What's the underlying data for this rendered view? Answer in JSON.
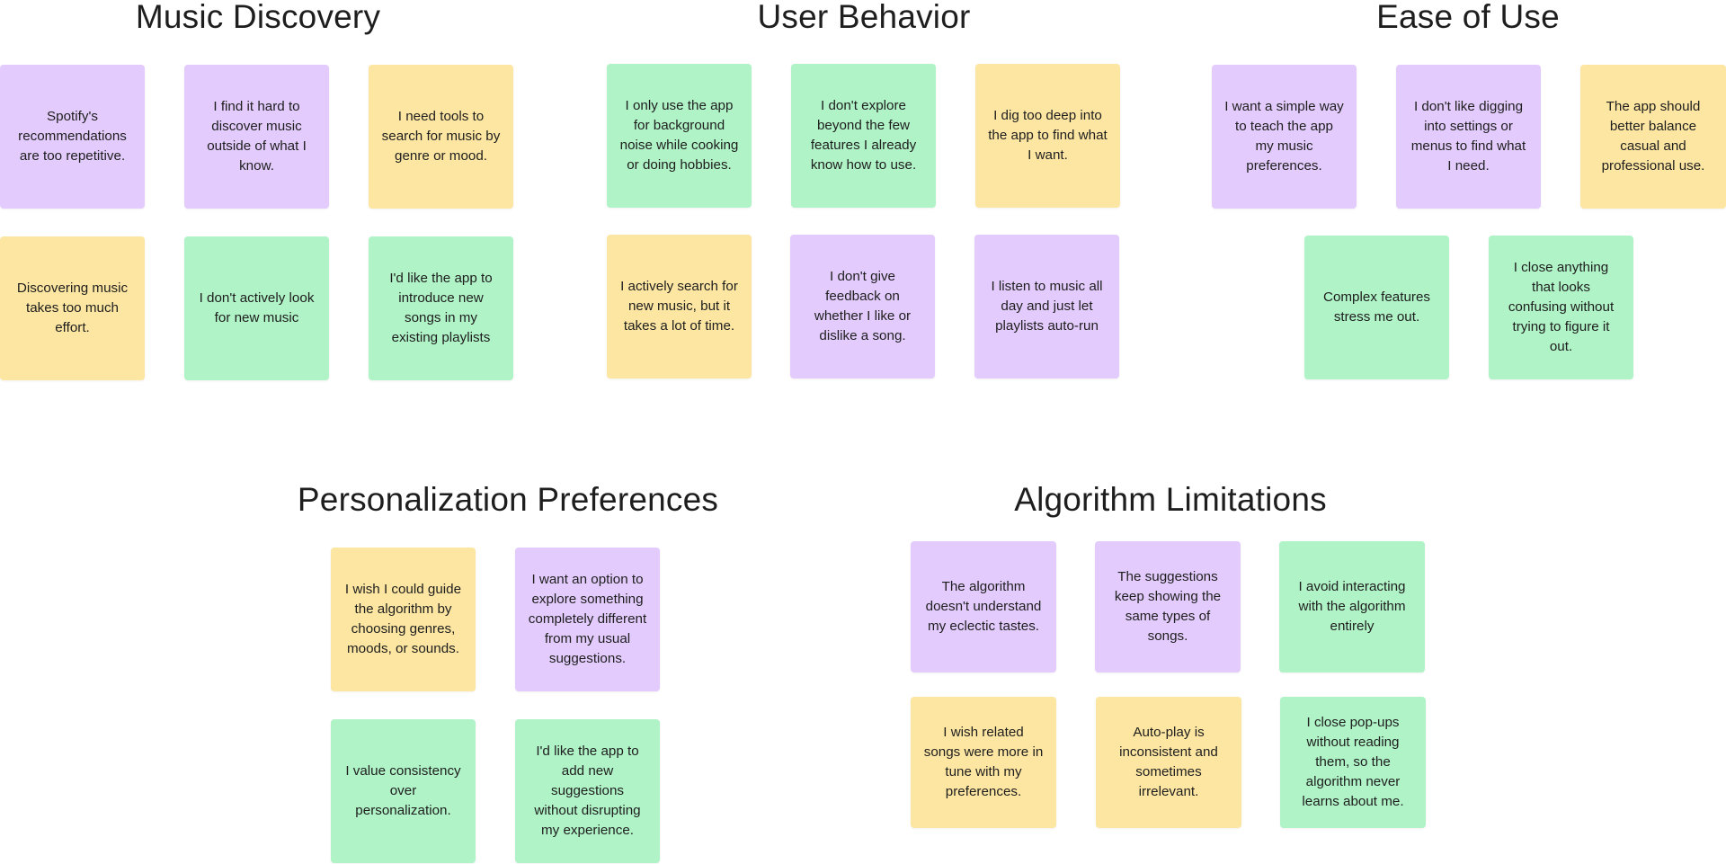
{
  "colors": {
    "purple": "#e3ccfd",
    "green": "#b0f3c7",
    "yellow": "#fde6a2",
    "text": "#1e1e1e"
  },
  "clusters": [
    {
      "title": "Music Discovery",
      "notes": [
        {
          "text": "Spotify's recommendations are too repetitive.",
          "color": "purple"
        },
        {
          "text": "I find it hard to discover music outside of what I know.",
          "color": "purple"
        },
        {
          "text": "I need tools to search for music by genre or mood.",
          "color": "yellow"
        },
        {
          "text": "Discovering music takes too much effort.",
          "color": "yellow"
        },
        {
          "text": "I don't actively look for new music",
          "color": "green"
        },
        {
          "text": "I'd like the app to introduce new songs in my existing playlists",
          "color": "green"
        }
      ]
    },
    {
      "title": "User Behavior",
      "notes": [
        {
          "text": "I only use the app for background noise while cooking or doing hobbies.",
          "color": "green"
        },
        {
          "text": "I don't explore beyond the few features I already know how to use.",
          "color": "green"
        },
        {
          "text": "I dig too deep into the app to find what I want.",
          "color": "yellow"
        },
        {
          "text": "I actively search for new music, but it takes a lot of time.",
          "color": "yellow"
        },
        {
          "text": "I don't give feedback on whether I like or dislike a song.",
          "color": "purple"
        },
        {
          "text": "I listen to music all day and just let playlists auto-run",
          "color": "purple"
        }
      ]
    },
    {
      "title": "Ease of Use",
      "notes": [
        {
          "text": "I want a simple way to teach the app my music preferences.",
          "color": "purple"
        },
        {
          "text": "I don't like digging into settings or menus to find what I need.",
          "color": "purple"
        },
        {
          "text": "The app should better balance casual and professional use.",
          "color": "yellow"
        },
        {
          "text": "Complex features stress me out.",
          "color": "green"
        },
        {
          "text": "I close anything that looks confusing without trying to figure it out.",
          "color": "green"
        }
      ]
    },
    {
      "title": "Personalization Preferences",
      "notes": [
        {
          "text": "I wish I could guide the algorithm by choosing genres, moods, or sounds.",
          "color": "yellow"
        },
        {
          "text": "I want an option to explore something completely different from my usual suggestions.",
          "color": "purple"
        },
        {
          "text": "I value consistency over personalization.",
          "color": "green"
        },
        {
          "text": "I'd like the app to add new suggestions without disrupting my experience.",
          "color": "green"
        }
      ]
    },
    {
      "title": "Algorithm Limitations",
      "notes": [
        {
          "text": "The algorithm doesn't understand my eclectic tastes.",
          "color": "purple"
        },
        {
          "text": "The suggestions keep showing the same types of songs.",
          "color": "purple"
        },
        {
          "text": "I avoid interacting with the algorithm entirely",
          "color": "green"
        },
        {
          "text": "I wish related songs were more in tune with my preferences.",
          "color": "yellow"
        },
        {
          "text": "Auto-play is inconsistent and sometimes irrelevant.",
          "color": "yellow"
        },
        {
          "text": "I close pop-ups without reading them, so the algorithm never learns about me.",
          "color": "green"
        }
      ]
    }
  ]
}
